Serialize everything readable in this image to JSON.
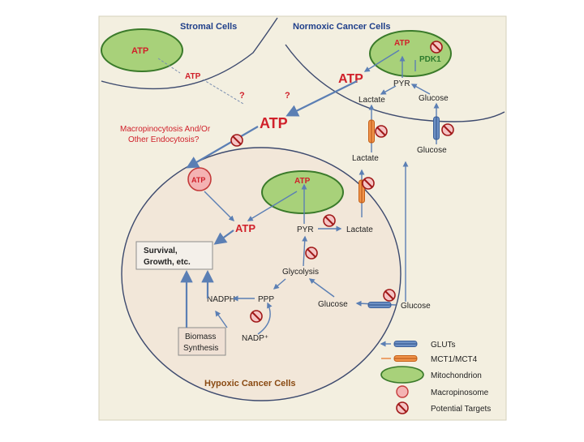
{
  "labels": {
    "stromal": "Stromal Cells",
    "normoxic": "Normoxic Cancer Cells",
    "hypoxic": "Hypoxic Cancer Cells",
    "macro": "Macropinocytosis And/Or",
    "macro2": "Other Endocytosis?",
    "q1": "?",
    "q2": "?"
  },
  "nodes": {
    "atp_stromal_mito": "ATP",
    "atp_stromal_out": "ATP",
    "atp_norm_mito": "ATP",
    "pdk1": "PDK1",
    "atp_norm_big": "ATP",
    "pyr_norm": "PYR",
    "lactate_norm": "Lactate",
    "glucose_norm": "Glucose",
    "atp_center": "ATP",
    "lactate_mid": "Lactate",
    "glucose_mid": "Glucose",
    "atp_macro": "ATP",
    "atp_hyp_mito": "ATP",
    "atp_hyp": "ATP",
    "pyr_hyp": "PYR",
    "lactate_hyp": "Lactate",
    "survival1": "Survival,",
    "survival2": "Growth, etc.",
    "glycolysis": "Glycolysis",
    "nadph": "NADPH",
    "ppp": "PPP",
    "glucose_hyp": "Glucose",
    "glucose_hyp_out": "Glucose",
    "biomass1": "Biomass",
    "biomass2": "Synthesis",
    "nadp": "NADP⁺"
  },
  "legend": [
    {
      "label": "GLUTs"
    },
    {
      "label": "MCT1/MCT4"
    },
    {
      "label": "Mitochondrion"
    },
    {
      "label": "Macropinosome"
    },
    {
      "label": "Potential Targets"
    }
  ],
  "colors": {
    "panel": "#f3efe0",
    "cell": "#f2e7d9",
    "mito_fill": "#a8d17a",
    "mito_stroke": "#3a7a2a",
    "glut": "#5b7fb4",
    "mct": "#e8833a",
    "membrane": "#3d4a6e",
    "atp_red": "#d0202a"
  },
  "icons": [
    "no-symbol-icon",
    "glut-transporter-icon",
    "mct-transporter-icon",
    "mitochondrion-icon",
    "macropinosome-icon"
  ]
}
